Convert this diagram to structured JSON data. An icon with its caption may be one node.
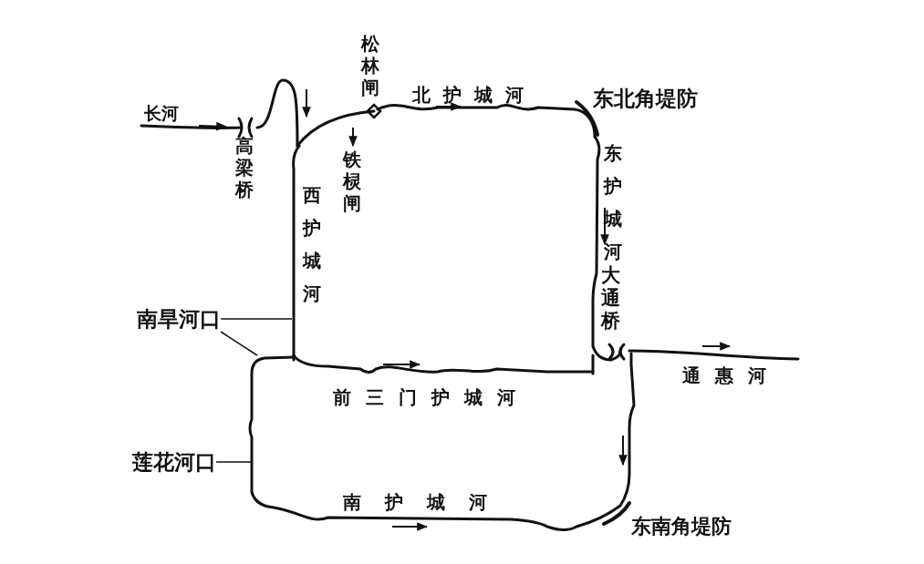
{
  "diagram": {
    "nodes": [
      {
        "text": [
          "南旱河口"
        ]
      },
      {
        "text": [
          "莲花河口"
        ]
      }
    ],
    "edges": [
      {
        "from": 0,
        "to": null,
        "arrow": "none"
      },
      {
        "from": 0,
        "to": null,
        "arrow": "none"
      },
      {
        "from": 1,
        "to": null,
        "arrow": "none"
      }
    ],
    "labels": [
      "松林闸",
      "北护城河",
      "东北角堤防",
      "长河",
      "高梁桥",
      "铁棂闸",
      "西护城河",
      "东护城河",
      "大通桥",
      "通惠河",
      "前三门护城河",
      "南护城河",
      "东南角堤防"
    ]
  }
}
